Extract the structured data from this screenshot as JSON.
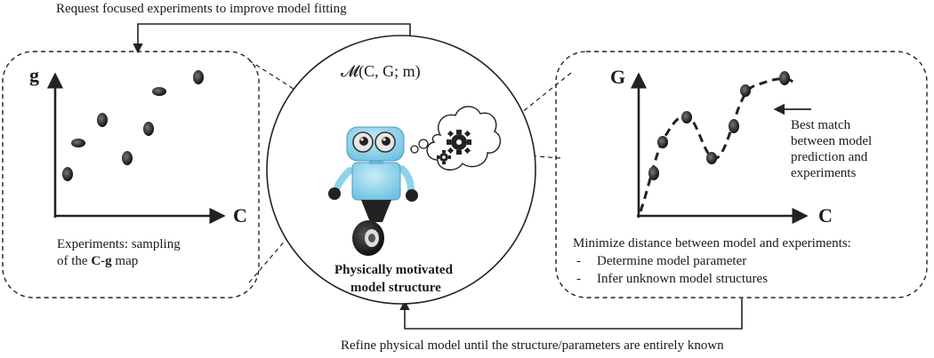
{
  "top_caption": "Request focused experiments to improve model fitting",
  "bottom_caption": "Refine physical model until the structure/parameters are entirely known",
  "left_panel": {
    "y_axis_label": "g",
    "x_axis_label": "C",
    "caption_line1": "Experiments: sampling",
    "caption_line2_prefix": "of the ",
    "caption_line2_bold": "C-g",
    "caption_line2_suffix": " map"
  },
  "center": {
    "formula": "𝓜(C, G; m)",
    "label_line1": "Physically motivated",
    "label_line2": "model structure"
  },
  "right_panel": {
    "y_axis_label": "G",
    "x_axis_label": "C",
    "annotation": [
      "Best match",
      "between model",
      "prediction and",
      "experiments"
    ],
    "caption_heading": "Minimize distance between model and experiments:",
    "bullets": [
      "Determine model parameter",
      "Infer unknown model structures"
    ]
  },
  "colors": {
    "robot_body": "#8fd3ec",
    "robot_dark": "#222222",
    "line": "#222222"
  }
}
